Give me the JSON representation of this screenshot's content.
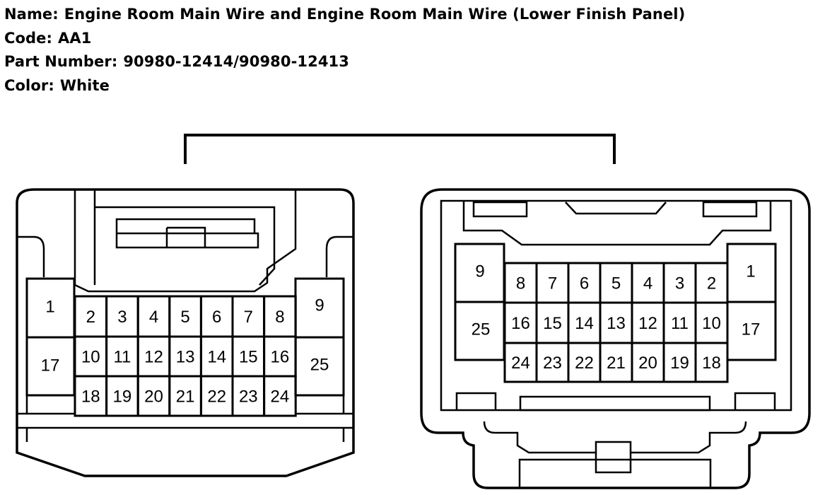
{
  "header": {
    "name_label": "Name:",
    "name_value": "Engine Room Main Wire and Engine Room Main Wire (Lower Finish Panel)",
    "code_label": "Code:",
    "code_value": "AA1",
    "part_label": "Part Number:",
    "part_value": "90980-12414/90980-12413",
    "color_label": "Color:",
    "color_value": "White"
  },
  "connectors": {
    "left": {
      "big_pins": [
        "1",
        "17",
        "9",
        "25"
      ],
      "row1": [
        "2",
        "3",
        "4",
        "5",
        "6",
        "7",
        "8"
      ],
      "row2": [
        "10",
        "11",
        "12",
        "13",
        "14",
        "15",
        "16"
      ],
      "row3": [
        "18",
        "19",
        "20",
        "21",
        "22",
        "23",
        "24"
      ]
    },
    "right": {
      "big_pins": [
        "9",
        "25",
        "1",
        "17"
      ],
      "row1": [
        "8",
        "7",
        "6",
        "5",
        "4",
        "3",
        "2"
      ],
      "row2": [
        "16",
        "15",
        "14",
        "13",
        "12",
        "11",
        "10"
      ],
      "row3": [
        "24",
        "23",
        "22",
        "21",
        "20",
        "19",
        "18"
      ]
    }
  }
}
